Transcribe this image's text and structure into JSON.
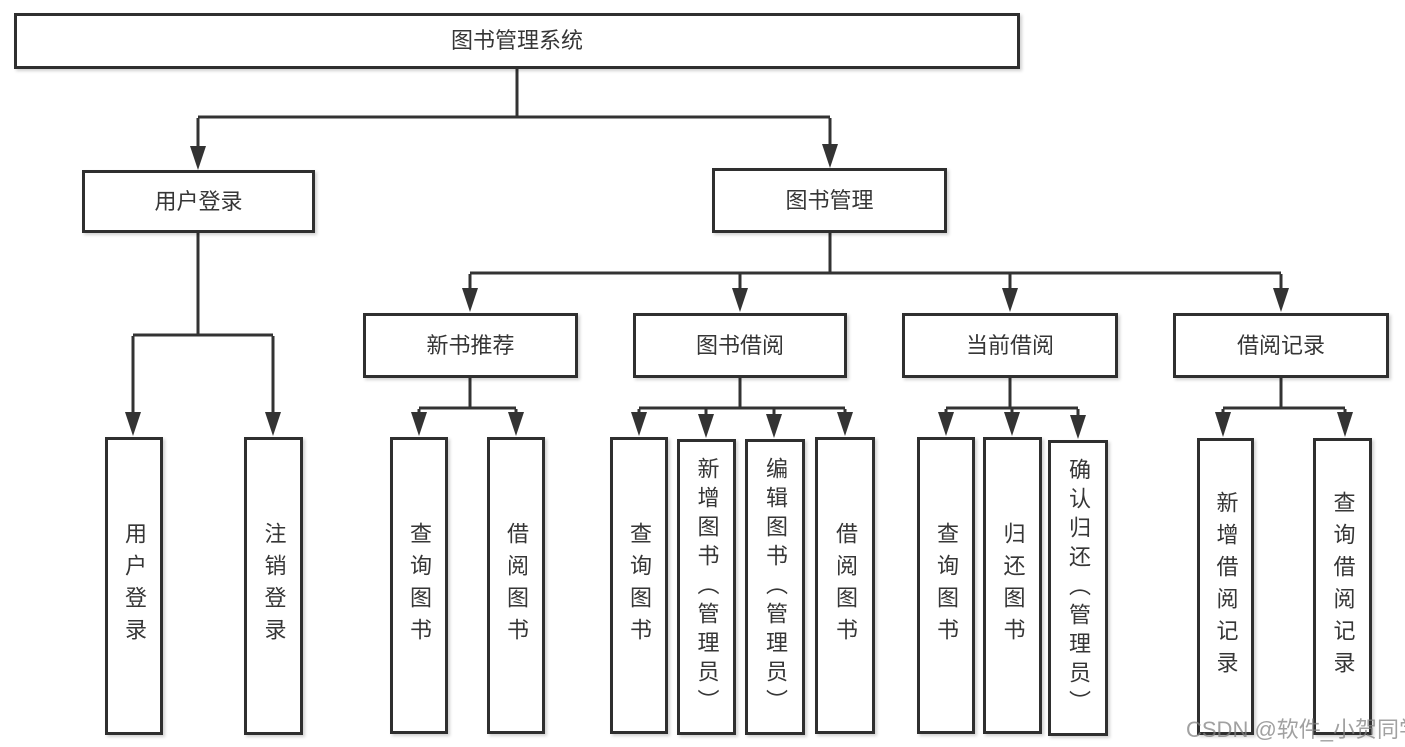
{
  "tree": {
    "root": "图书管理系统",
    "user_login": {
      "label": "用户登录",
      "leaves": [
        "用户登录",
        "注销登录"
      ]
    },
    "book_mgmt": {
      "label": "图书管理",
      "groups": [
        {
          "label": "新书推荐",
          "leaves": [
            "查询图书",
            "借阅图书"
          ]
        },
        {
          "label": "图书借阅",
          "leaves": [
            "查询图书",
            "新增图书（管理员）",
            "编辑图书（管理员）",
            "借阅图书"
          ]
        },
        {
          "label": "当前借阅",
          "leaves": [
            "查询图书",
            "归还图书",
            "确认归还（管理员）"
          ]
        },
        {
          "label": "借阅记录",
          "leaves": [
            "新增借阅记录",
            "查询借阅记录"
          ]
        }
      ]
    }
  },
  "watermark": "CSDN @软件_小贺同学",
  "colors": {
    "line": "#333333",
    "box_border": "#2f2f2f",
    "text": "#363636",
    "watermark": "#828282",
    "background": "#ffffff"
  }
}
